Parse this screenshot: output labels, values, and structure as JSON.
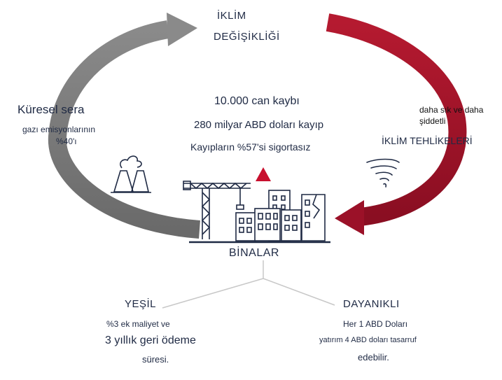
{
  "top": {
    "line1": "İKLİM",
    "line2": "DEĞİŞİKLİĞİ"
  },
  "left": {
    "title": "Küresel sera",
    "line1": "gazı emisyonlarının",
    "line2": "%40'ı"
  },
  "right": {
    "line1": "daha sık ve daha",
    "line2": "şiddetli",
    "title": "İKLİM TEHLİKELERİ"
  },
  "center": {
    "stat1": "10.000 can kaybı",
    "stat2": "280 milyar ABD doları kayıp",
    "stat3": "Kayıpların %57'si sigortasız"
  },
  "buildings": {
    "label": "BİNALAR"
  },
  "green": {
    "title": "YEŞİL",
    "line1": "%3 ek maliyet ve",
    "line2": "3 yıllık geri ödeme",
    "line3": "süresi."
  },
  "resilient": {
    "title": "DAYANIKLI",
    "line1": "Her 1 ABD Doları",
    "line2": "yatırım 4 ABD doları tasarruf",
    "line3": "edebilir."
  },
  "colors": {
    "gray_arrow": "#7a7a7a",
    "red_arrow": "#a3122a",
    "navy": "#1f2a44",
    "accent_red": "#c8102e"
  },
  "icons": [
    "factory-icon",
    "tornado-icon",
    "buildings-crane-icon",
    "warning-triangle-icon"
  ]
}
